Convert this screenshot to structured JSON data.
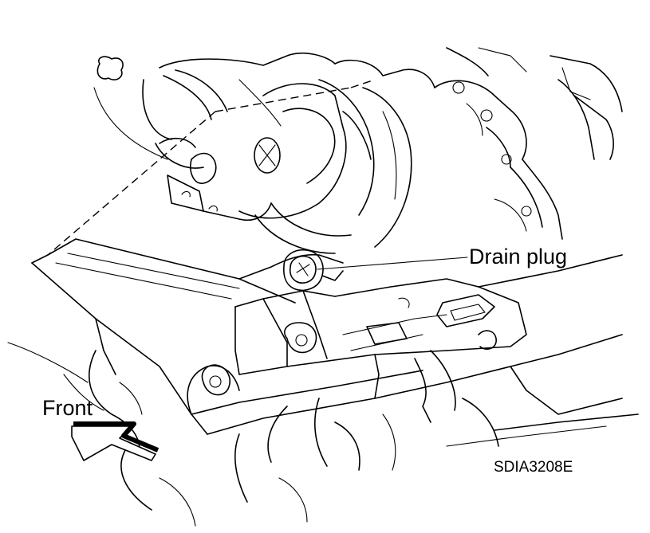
{
  "callouts": {
    "drain_plug": "Drain plug",
    "front": "Front"
  },
  "figure_code": "SDIA3208E",
  "colors": {
    "ink": "#000000",
    "background": "#ffffff"
  },
  "icons": {
    "front_direction": "front-arrow-icon"
  }
}
